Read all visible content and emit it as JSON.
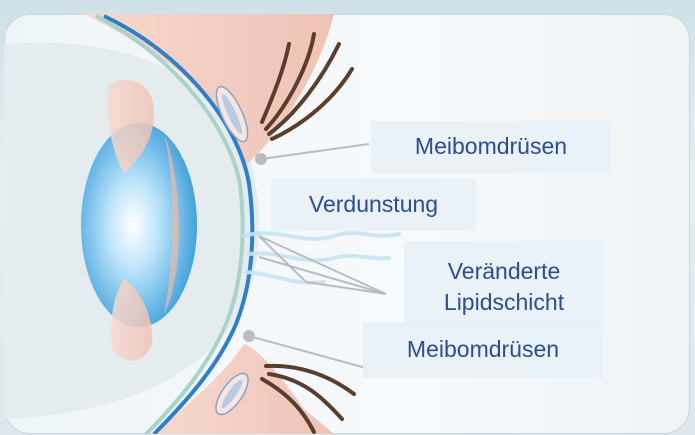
{
  "labels": {
    "meibom_top": "Meibomdrüsen",
    "verdunstung": "Verdunstung",
    "lipid_line1": "Veränderte",
    "lipid_line2": "Lipidschicht",
    "meibom_bottom": "Meibomdrüsen"
  },
  "colors": {
    "label_text": "#2a4d94",
    "label_bg": "#e8f1f7",
    "skin": "#f3cfc4",
    "tear_film": "#2e7fc9",
    "lens": "#3aa3e0",
    "lash": "#5b3d2c"
  }
}
